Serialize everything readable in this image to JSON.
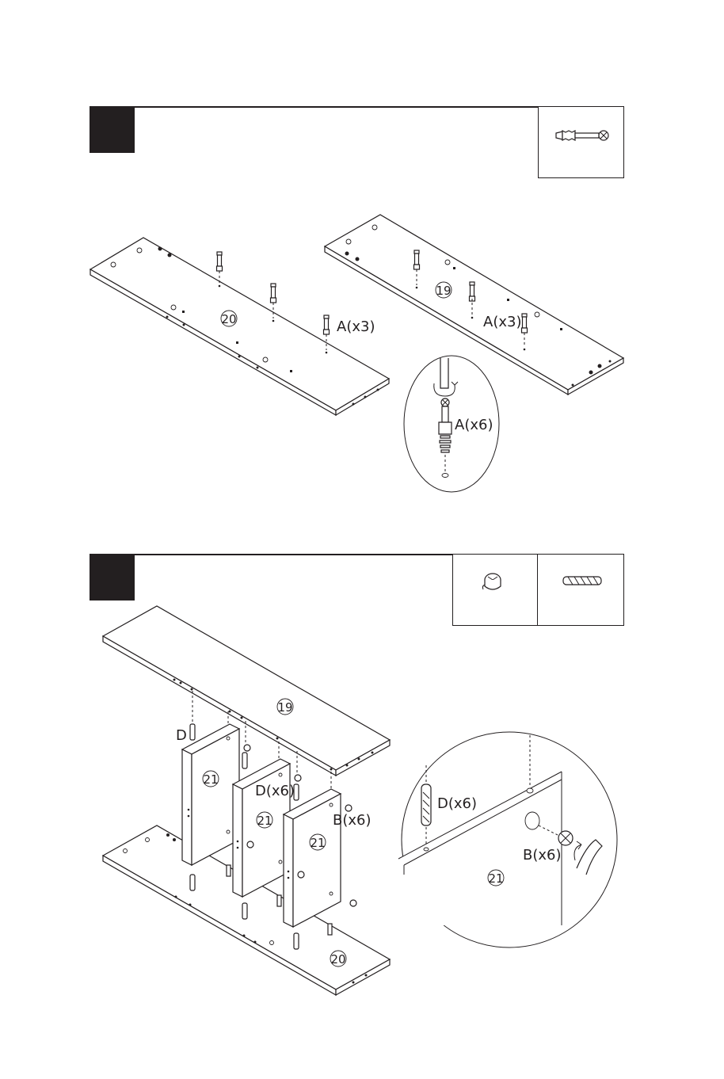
{
  "steps": [
    {
      "hardware": [
        "cam-bolt-icon"
      ],
      "labels": {
        "panel_left": "20",
        "panel_right": "19",
        "qty_left": "A(x3)",
        "qty_right": "A(x3)",
        "detail_qty": "A(x6)"
      }
    },
    {
      "hardware": [
        "cam-lock-icon",
        "wood-dowel-icon"
      ],
      "labels": {
        "panel_top": "19",
        "panel_bottom": "20",
        "divider_1": "21",
        "divider_2": "21",
        "divider_3": "21",
        "dowel_single": "D",
        "dowel_qty": "D(x6)",
        "cam_qty": "B(x6)",
        "detail_dowel_qty": "D(x6)",
        "detail_cam_qty": "B(x6)",
        "detail_panel": "21"
      }
    }
  ],
  "colors": {
    "ink": "#231f20",
    "paper": "#ffffff"
  }
}
